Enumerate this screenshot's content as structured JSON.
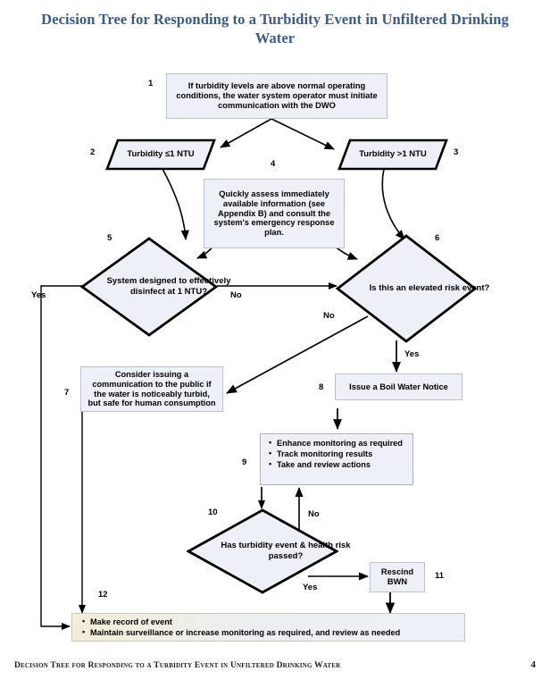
{
  "page": {
    "title": "Decision Tree for Responding to a Turbidity Event in Unfiltered Drinking Water",
    "footer_text": "Decision Tree for Responding to a Turbidity Event in Unfiltered Drinking Water",
    "page_number": "4",
    "title_color": "#3c5a86",
    "node_fill": "#edf1f7",
    "node_border": "#000000"
  },
  "nodes": {
    "n1": {
      "number": "1",
      "shape": "rectangle",
      "text": "If turbidity levels are above normal operating conditions, the water system operator must initiate communication with the DWO"
    },
    "n2": {
      "number": "2",
      "shape": "parallelogram",
      "text": "Turbidity ≤1 NTU"
    },
    "n3": {
      "number": "3",
      "shape": "parallelogram",
      "text": "Turbidity >1 NTU"
    },
    "n4": {
      "number": "4",
      "shape": "rectangle",
      "text": "Quickly assess immediately available information (see Appendix B) and consult the system's emergency response plan."
    },
    "n5": {
      "number": "5",
      "shape": "diamond",
      "text": "System designed to effectively disinfect at 1 NTU?"
    },
    "n6": {
      "number": "6",
      "shape": "diamond",
      "text": "Is this an elevated risk event?"
    },
    "n7": {
      "number": "7",
      "shape": "rectangle",
      "text": "Consider issuing a communication to the public if the water is noticeably turbid, but safe for human consumption"
    },
    "n8": {
      "number": "8",
      "shape": "rectangle",
      "text": "Issue a Boil Water Notice"
    },
    "n9": {
      "number": "9",
      "shape": "rectangle-bullets",
      "bullets": [
        "Enhance monitoring as required",
        "Track monitoring results",
        "Take and review actions"
      ]
    },
    "n10": {
      "number": "10",
      "shape": "diamond",
      "text": "Has turbidity event & health risk passed?"
    },
    "n11": {
      "number": "11",
      "shape": "rectangle",
      "text": "Rescind BWN"
    },
    "n12": {
      "number": "12",
      "shape": "rectangle-bullets",
      "bullets": [
        "Make record of event",
        "Maintain surveillance or increase monitoring as required, and review as needed"
      ]
    }
  },
  "edge_labels": {
    "e5_yes": "Yes",
    "e5_no": "No",
    "e6_no": "No",
    "e6_yes": "Yes",
    "e10_no": "No",
    "e10_yes": "Yes"
  }
}
